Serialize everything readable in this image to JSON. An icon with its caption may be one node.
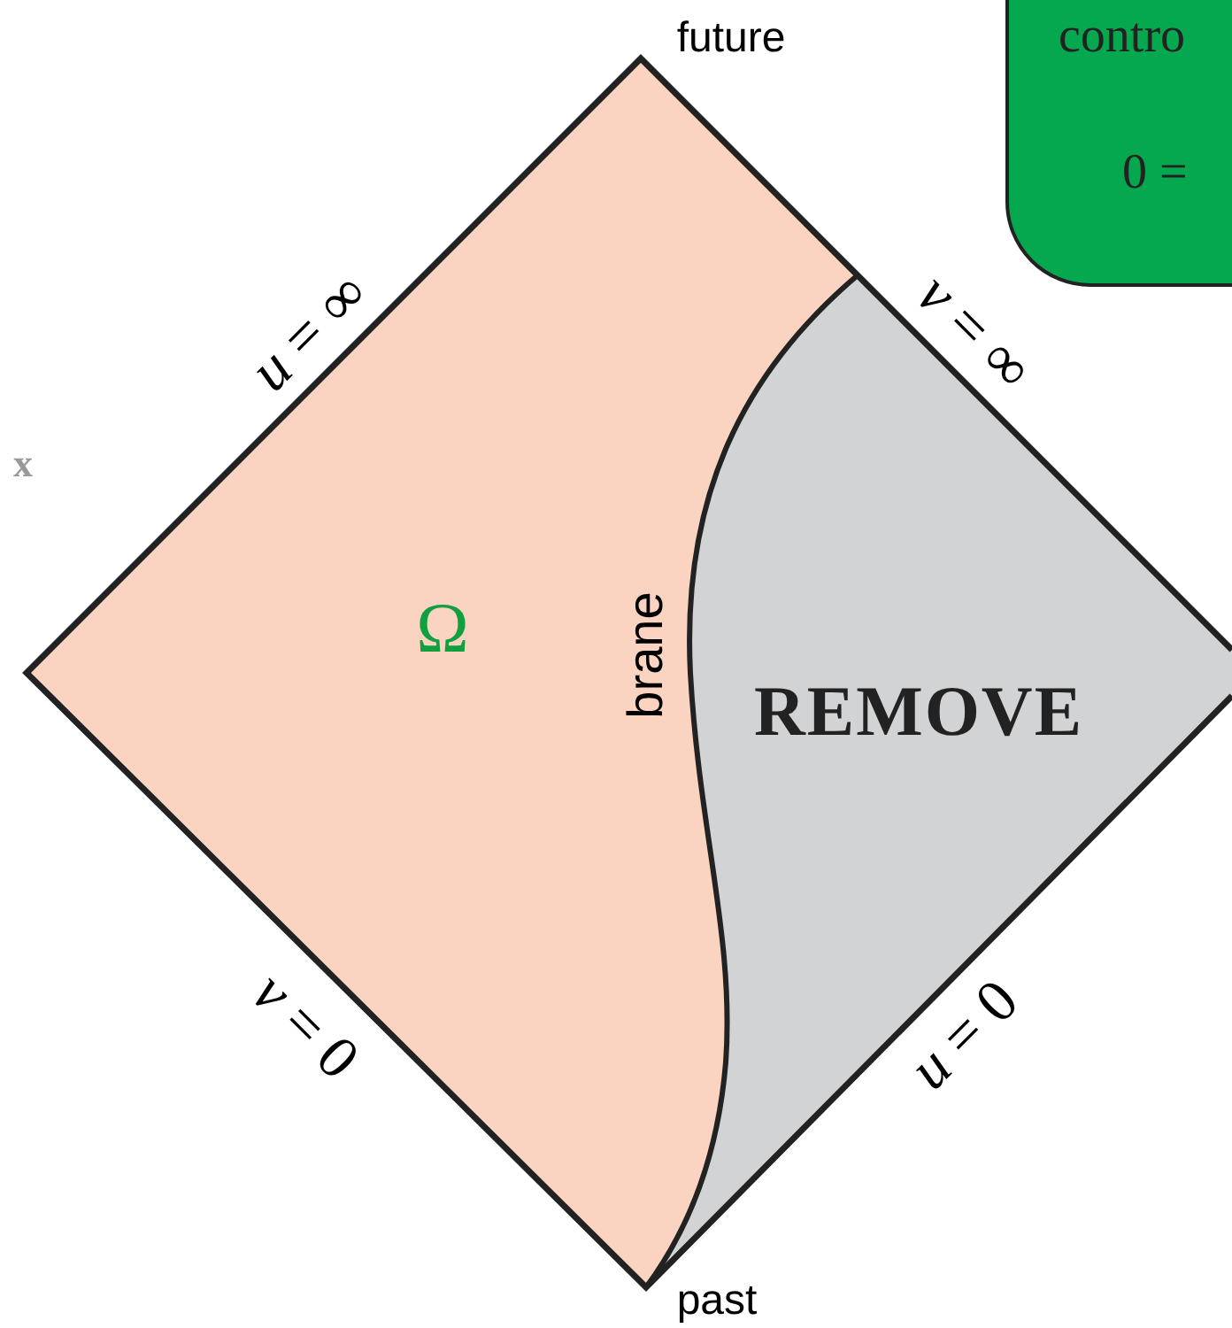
{
  "diagram": {
    "nodes": [
      {
        "text": [
          "contro",
          "0 ="
        ]
      }
    ],
    "labels": [
      "future",
      "*u* = ∞",
      "*v* = ∞",
      "x",
      "Ω",
      "brane",
      "REMOVE",
      "*v* = 0",
      "*u* = 0",
      "past"
    ]
  }
}
